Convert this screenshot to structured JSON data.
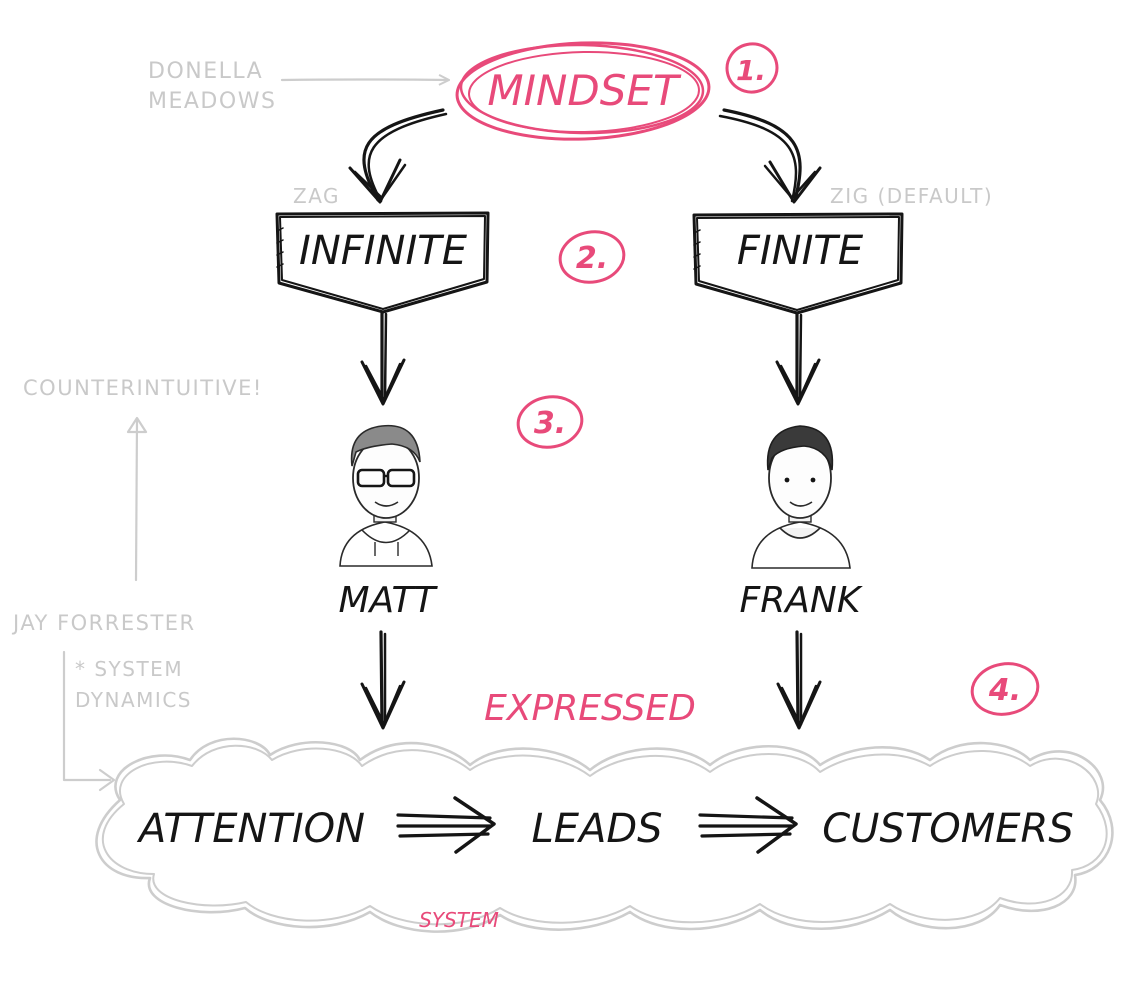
{
  "labels": {
    "mindset": "MINDSET",
    "infinite": "INFINITE",
    "finite": "FINITE",
    "zag": "ZAG",
    "zig": "ZIG (DEFAULT)",
    "matt": "MATT",
    "frank": "FRANK",
    "expressed": "EXPRESSED",
    "system": "SYSTEM",
    "attention": "ATTENTION",
    "leads": "LEADS",
    "customers": "CUSTOMERS"
  },
  "annotations": {
    "donella_line1": "DONELLA",
    "donella_line2": "MEADOWS",
    "counterintuitive": "COUNTERINTUITIVE!",
    "jay_forrester": "JAY FORRESTER",
    "system_dynamics_line1": "* SYSTEM",
    "system_dynamics_line2": "DYNAMICS"
  },
  "steps": [
    "1.",
    "2.",
    "3.",
    "4."
  ],
  "colors": {
    "ink": "#151515",
    "accent": "#e84a7a",
    "muted": "#c9c9c9"
  },
  "icons": {
    "matt": "person-with-glasses-hoodie-icon",
    "frank": "person-short-hair-tshirt-icon"
  }
}
